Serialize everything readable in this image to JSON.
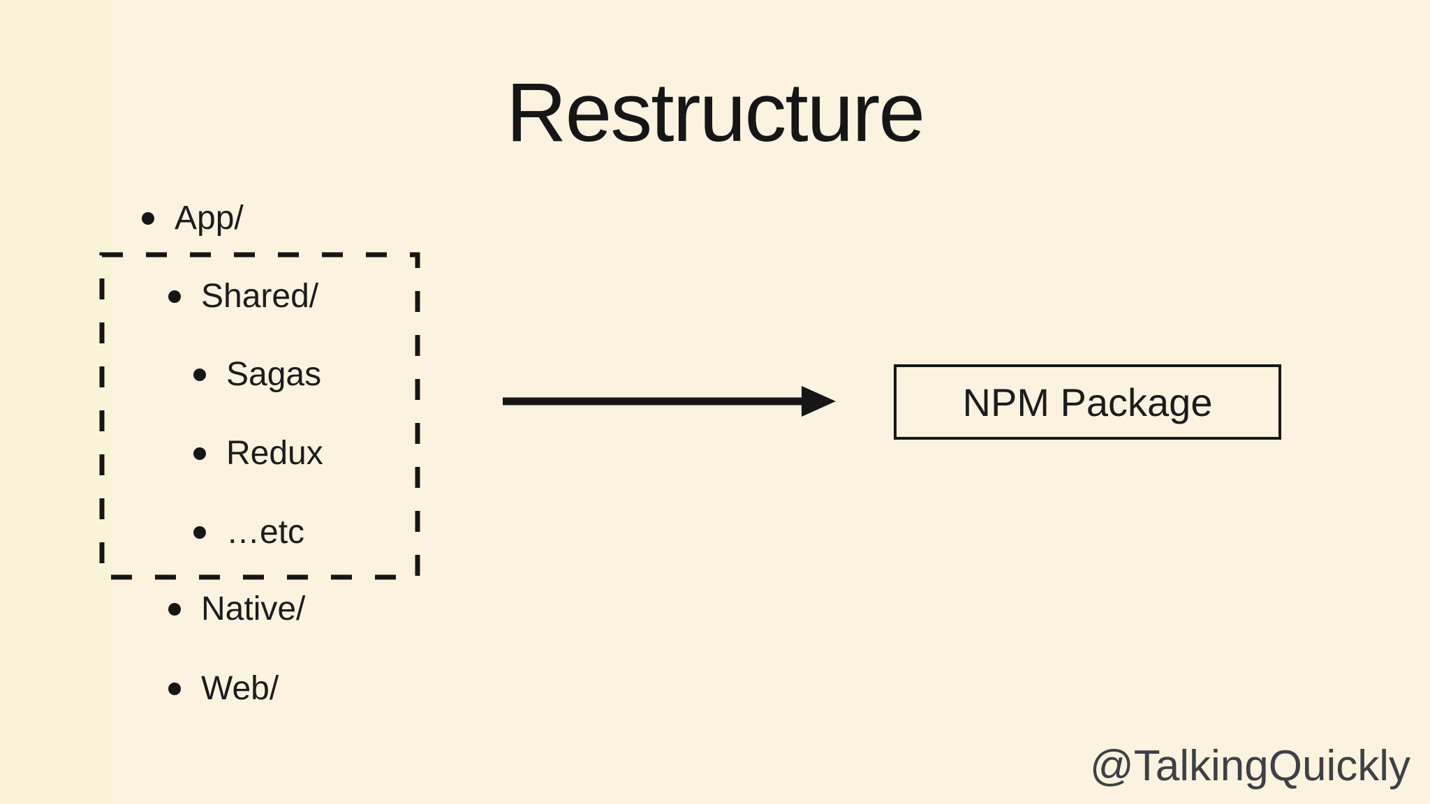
{
  "slide": {
    "title": "Restructure",
    "list": {
      "items": [
        {
          "label": "App/",
          "level": 1,
          "in_dashed_group": false
        },
        {
          "label": "Shared/",
          "level": 2,
          "in_dashed_group": true
        },
        {
          "label": "Sagas",
          "level": 3,
          "in_dashed_group": true
        },
        {
          "label": "Redux",
          "level": 3,
          "in_dashed_group": true
        },
        {
          "label": "…etc",
          "level": 3,
          "in_dashed_group": true
        },
        {
          "label": "Native/",
          "level": 2,
          "in_dashed_group": false
        },
        {
          "label": "Web/",
          "level": 2,
          "in_dashed_group": false
        }
      ]
    },
    "diagram": {
      "arrow_direction": "right",
      "target_box_label": "NPM Package"
    },
    "footer": {
      "handle": "@TalkingQuickly"
    },
    "colors": {
      "background": "#fbf3df",
      "background_left_strip": "#f9f4d8",
      "text": "#1c1c1c",
      "title": "#161616",
      "handle": "#3e4046",
      "line": "#161616"
    }
  }
}
